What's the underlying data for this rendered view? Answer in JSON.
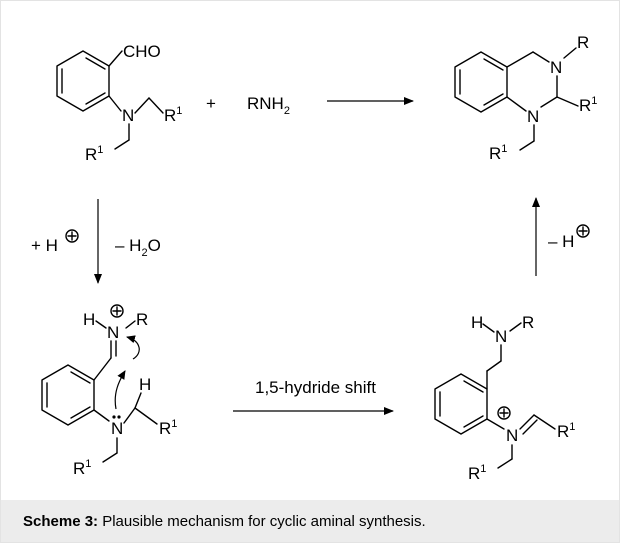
{
  "labels": {
    "cho": "CHO",
    "n": "N",
    "r1": "R",
    "r1_sup": "1",
    "r": "R",
    "h": "H",
    "plus": "+",
    "rnh2_main": "RNH",
    "rnh2_sub": "2"
  },
  "conditions": {
    "add_proton_prefix": "+ H",
    "minus_water_prefix": "– H",
    "minus_water_sub": "2",
    "minus_water_suffix": "O",
    "minus_proton_prefix": "– H",
    "hydride_shift": "1,5-hydride shift"
  },
  "caption": {
    "label": "Scheme 3:",
    "text": " Plausible mechanism for cyclic aminal synthesis."
  }
}
